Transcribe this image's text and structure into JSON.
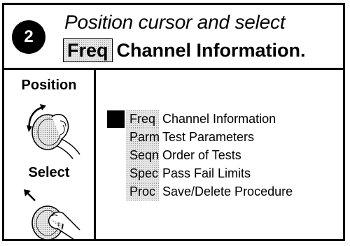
{
  "step": {
    "number": "2",
    "line1": "Position cursor and select",
    "key": "Freq",
    "rest": "Channel  Information."
  },
  "controls": {
    "position_label": "Position",
    "select_label": "Select"
  },
  "menu": {
    "items": [
      {
        "key": "Freq",
        "desc": "Channel Information"
      },
      {
        "key": "Parm",
        "desc": "Test Parameters"
      },
      {
        "key": "Seqn",
        "desc": "Order of Tests"
      },
      {
        "key": "Spec",
        "desc": " Pass Fail Limits"
      },
      {
        "key": "Proc",
        "desc": "Save/Delete Procedure"
      }
    ]
  },
  "icons": {
    "position_knob": "knob-rotate-icon",
    "select_knob": "knob-press-icon",
    "cursor": "cursor-block"
  }
}
